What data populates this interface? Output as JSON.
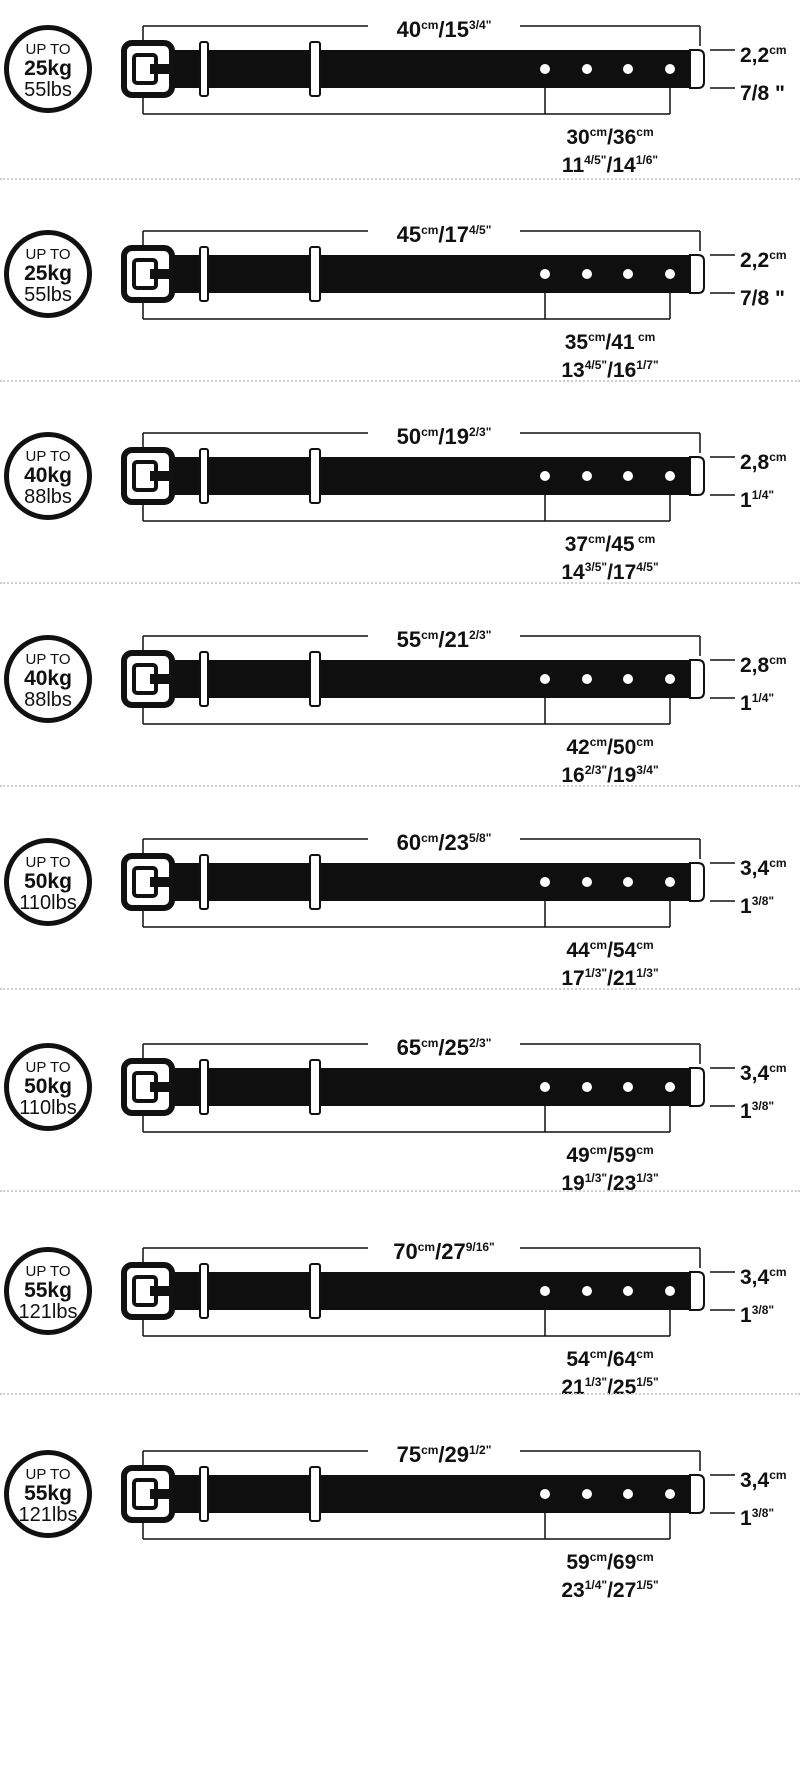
{
  "rows": [
    {
      "up_to": "UP TO",
      "kg": "25kg",
      "lbs": "55lbs",
      "total": {
        "cm": "40",
        "cm_unit": "cm",
        "in": "15",
        "in_frac": "3/4\""
      },
      "range_cm": {
        "a": "30",
        "a_unit": "cm",
        "b": "36",
        "b_unit": "cm"
      },
      "range_in": {
        "a": "11",
        "a_frac": "4/5\"",
        "b": "14",
        "b_frac": "1/6\""
      },
      "width_cm": {
        "v": "2,2",
        "u": "cm"
      },
      "width_in": {
        "v": "7/8 \"",
        "f": ""
      }
    },
    {
      "up_to": "UP TO",
      "kg": "25kg",
      "lbs": "55lbs",
      "total": {
        "cm": "45",
        "cm_unit": "cm",
        "in": "17",
        "in_frac": "4/5\""
      },
      "range_cm": {
        "a": "35",
        "a_unit": "cm",
        "b": "41",
        "b_unit": " cm"
      },
      "range_in": {
        "a": "13",
        "a_frac": "4/5\"",
        "b": "16",
        "b_frac": "1/7\""
      },
      "width_cm": {
        "v": "2,2",
        "u": "cm"
      },
      "width_in": {
        "v": "7/8 \"",
        "f": ""
      }
    },
    {
      "up_to": "UP TO",
      "kg": "40kg",
      "lbs": "88lbs",
      "total": {
        "cm": "50",
        "cm_unit": "cm",
        "in": "19",
        "in_frac": "2/3\""
      },
      "range_cm": {
        "a": "37",
        "a_unit": "cm",
        "b": "45",
        "b_unit": " cm"
      },
      "range_in": {
        "a": "14",
        "a_frac": "3/5\"",
        "b": "17",
        "b_frac": "4/5\""
      },
      "width_cm": {
        "v": "2,8",
        "u": "cm"
      },
      "width_in": {
        "v": "1",
        "f": "1/4\""
      }
    },
    {
      "up_to": "UP TO",
      "kg": "40kg",
      "lbs": "88lbs",
      "total": {
        "cm": "55",
        "cm_unit": "cm",
        "in": "21",
        "in_frac": "2/3\""
      },
      "range_cm": {
        "a": "42",
        "a_unit": "cm",
        "b": "50",
        "b_unit": "cm"
      },
      "range_in": {
        "a": "16",
        "a_frac": "2/3\"",
        "b": "19",
        "b_frac": "3/4\""
      },
      "width_cm": {
        "v": "2,8",
        "u": "cm"
      },
      "width_in": {
        "v": "1",
        "f": "1/4\""
      }
    },
    {
      "up_to": "UP TO",
      "kg": "50kg",
      "lbs": "110lbs",
      "total": {
        "cm": "60",
        "cm_unit": "cm",
        "in": "23",
        "in_frac": "5/8\""
      },
      "range_cm": {
        "a": "44",
        "a_unit": "cm",
        "b": "54",
        "b_unit": "cm"
      },
      "range_in": {
        "a": "17",
        "a_frac": "1/3\"",
        "b": "21",
        "b_frac": "1/3\""
      },
      "width_cm": {
        "v": "3,4",
        "u": "cm"
      },
      "width_in": {
        "v": "1",
        "f": "3/8\""
      }
    },
    {
      "up_to": "UP TO",
      "kg": "50kg",
      "lbs": "110lbs",
      "total": {
        "cm": "65",
        "cm_unit": "cm",
        "in": "25",
        "in_frac": "2/3\""
      },
      "range_cm": {
        "a": "49",
        "a_unit": "cm",
        "b": "59",
        "b_unit": "cm"
      },
      "range_in": {
        "a": "19",
        "a_frac": "1/3\"",
        "b": "23",
        "b_frac": "1/3\""
      },
      "width_cm": {
        "v": "3,4",
        "u": "cm"
      },
      "width_in": {
        "v": "1",
        "f": "3/8\""
      }
    },
    {
      "up_to": "UP TO",
      "kg": "55kg",
      "lbs": "121lbs",
      "total": {
        "cm": "70",
        "cm_unit": "cm",
        "in": "27",
        "in_frac": "9/16\""
      },
      "range_cm": {
        "a": "54",
        "a_unit": "cm",
        "b": "64",
        "b_unit": "cm"
      },
      "range_in": {
        "a": "21",
        "a_frac": "1/3\"",
        "b": "25",
        "b_frac": "1/5\""
      },
      "width_cm": {
        "v": "3,4",
        "u": "cm"
      },
      "width_in": {
        "v": "1",
        "f": "3/8\""
      }
    },
    {
      "up_to": "UP TO",
      "kg": "55kg",
      "lbs": "121lbs",
      "total": {
        "cm": "75",
        "cm_unit": "cm",
        "in": "29",
        "in_frac": "1/2\""
      },
      "range_cm": {
        "a": "59",
        "a_unit": "cm",
        "b": "69",
        "b_unit": "cm"
      },
      "range_in": {
        "a": "23",
        "a_frac": "1/4\"",
        "b": "27",
        "b_frac": "1/5\""
      },
      "width_cm": {
        "v": "3,4",
        "u": "cm"
      },
      "width_in": {
        "v": "1",
        "f": "3/8\""
      }
    }
  ]
}
